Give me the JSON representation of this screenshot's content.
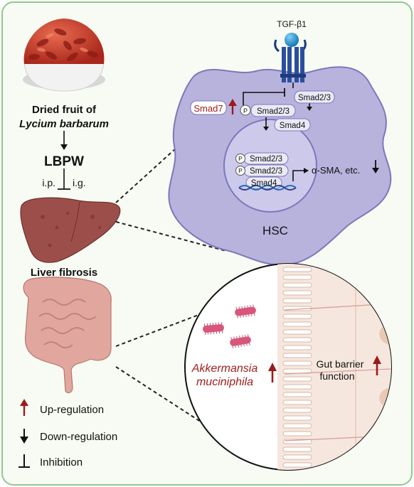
{
  "colors": {
    "background": "#f7fbf3",
    "border": "#8fc98f",
    "cell_fill": "#b7b3dd",
    "cell_stroke": "#7d77bd",
    "nucleus": "#cdc9ea",
    "up_arrow": "#9b1b1b",
    "red_text": "#a0201f",
    "liver": "#9c4f4a",
    "intestine": "#e1a79f",
    "bacteria": "#d9567a",
    "villi_bg": "#f6e7de"
  },
  "left": {
    "fruit_caption_line1": "Dried fruit of",
    "fruit_caption_line2": "Lycium barbarum",
    "compound": "LBPW",
    "route_ip": "i.p.",
    "route_ig": "i.g.",
    "liver_label": "Liver fibrosis"
  },
  "cell": {
    "ligand": "TGF-β1",
    "smad23_receptor": "Smad2/3",
    "smad7": "Smad7",
    "p_smad23": "Smad2/3",
    "smad4": "Smad4",
    "nuc_smad23_a": "Smad2/3",
    "nuc_smad23_b": "Smad2/3",
    "nuc_smad4": "Smad4",
    "phospho": "P",
    "target_genes": "α-SMA, etc.",
    "cell_name": "HSC"
  },
  "gut": {
    "bacterium_line1": "Akkermansia",
    "bacterium_line2": "muciniphila",
    "barrier_line1": "Gut barrier",
    "barrier_line2": "function"
  },
  "legend": {
    "up": "Up-regulation",
    "down": "Down-regulation",
    "inhibit": "Inhibition"
  },
  "icons": [
    "goji-berry-bowl-icon",
    "liver-icon",
    "intestine-icon",
    "bacterium-icon",
    "receptor-icon",
    "dna-icon"
  ]
}
